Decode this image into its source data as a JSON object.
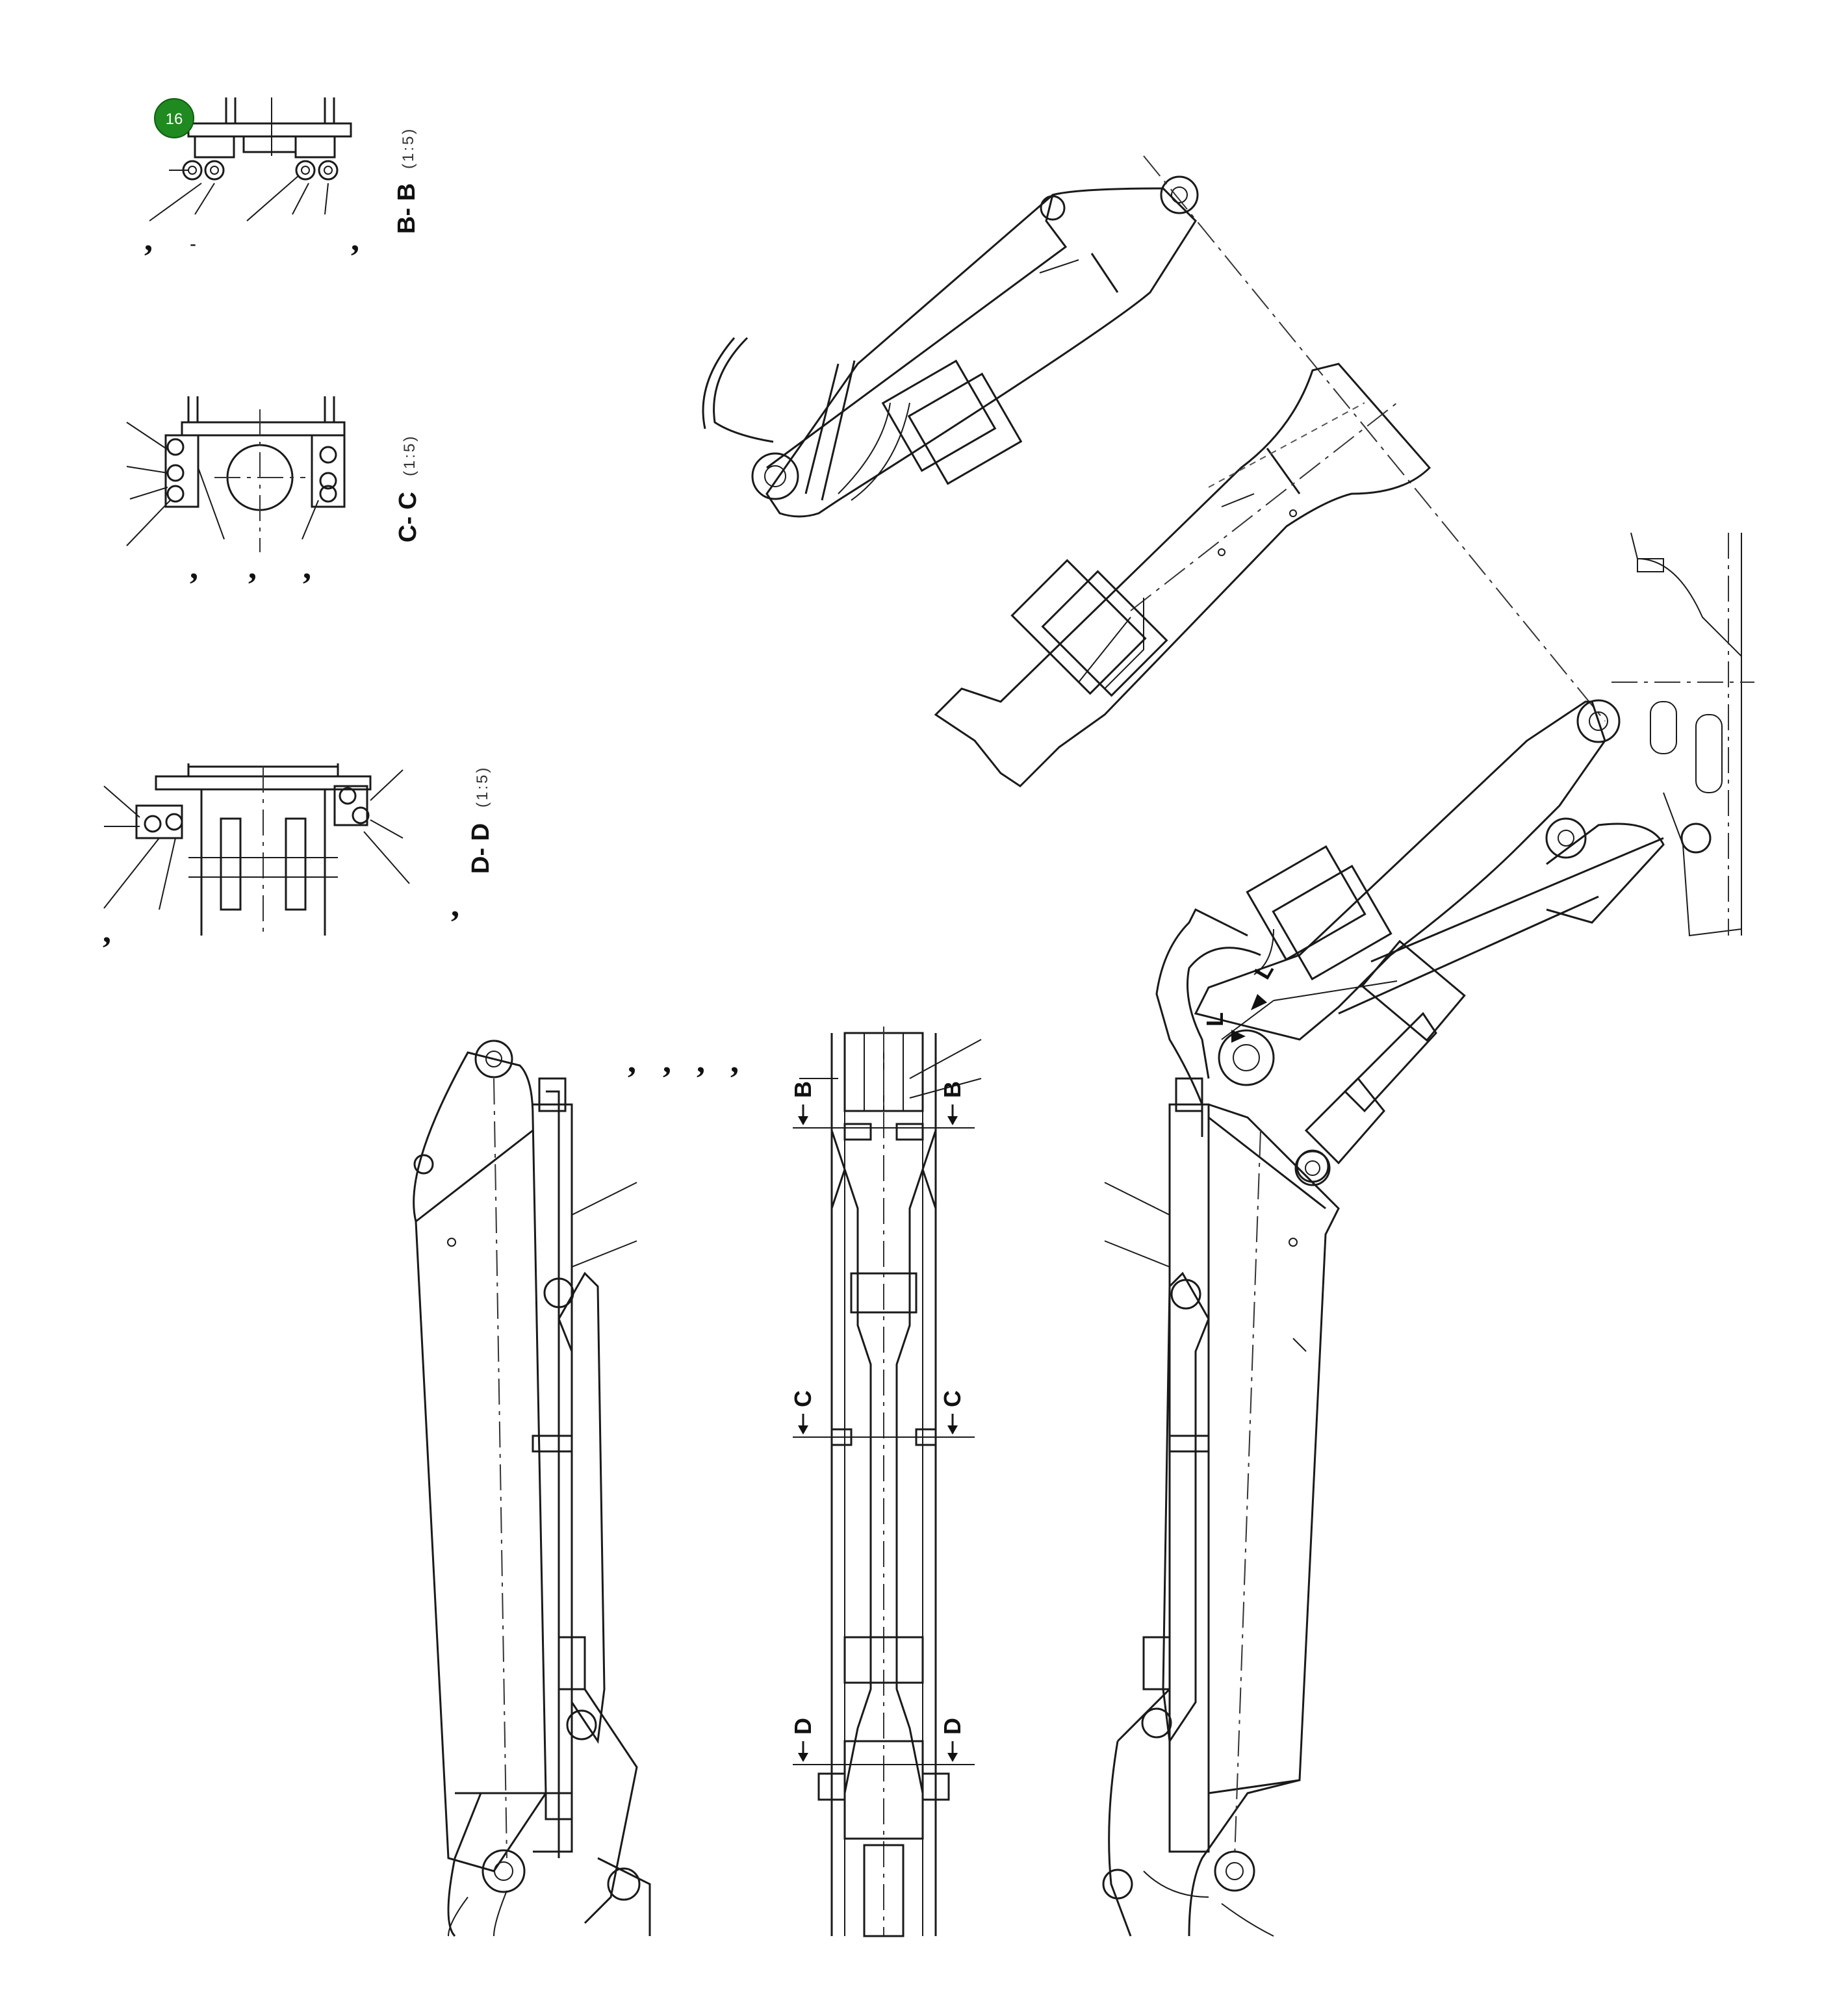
{
  "callout": {
    "number": "16",
    "color": "#1f8a1f"
  },
  "sections": {
    "bb": {
      "title": "B- B",
      "scale": "(1:5)"
    },
    "cc": {
      "title": "C- C",
      "scale": "(1:5)"
    },
    "dd": {
      "title": "D- D",
      "scale": "(1:5)"
    }
  },
  "section_marks": {
    "b": "B",
    "c": "C",
    "d": "D",
    "l": "L"
  },
  "commas": ",",
  "icons": {
    "callout": "numbered-callout-circle",
    "arrow": "section-view-arrow"
  }
}
